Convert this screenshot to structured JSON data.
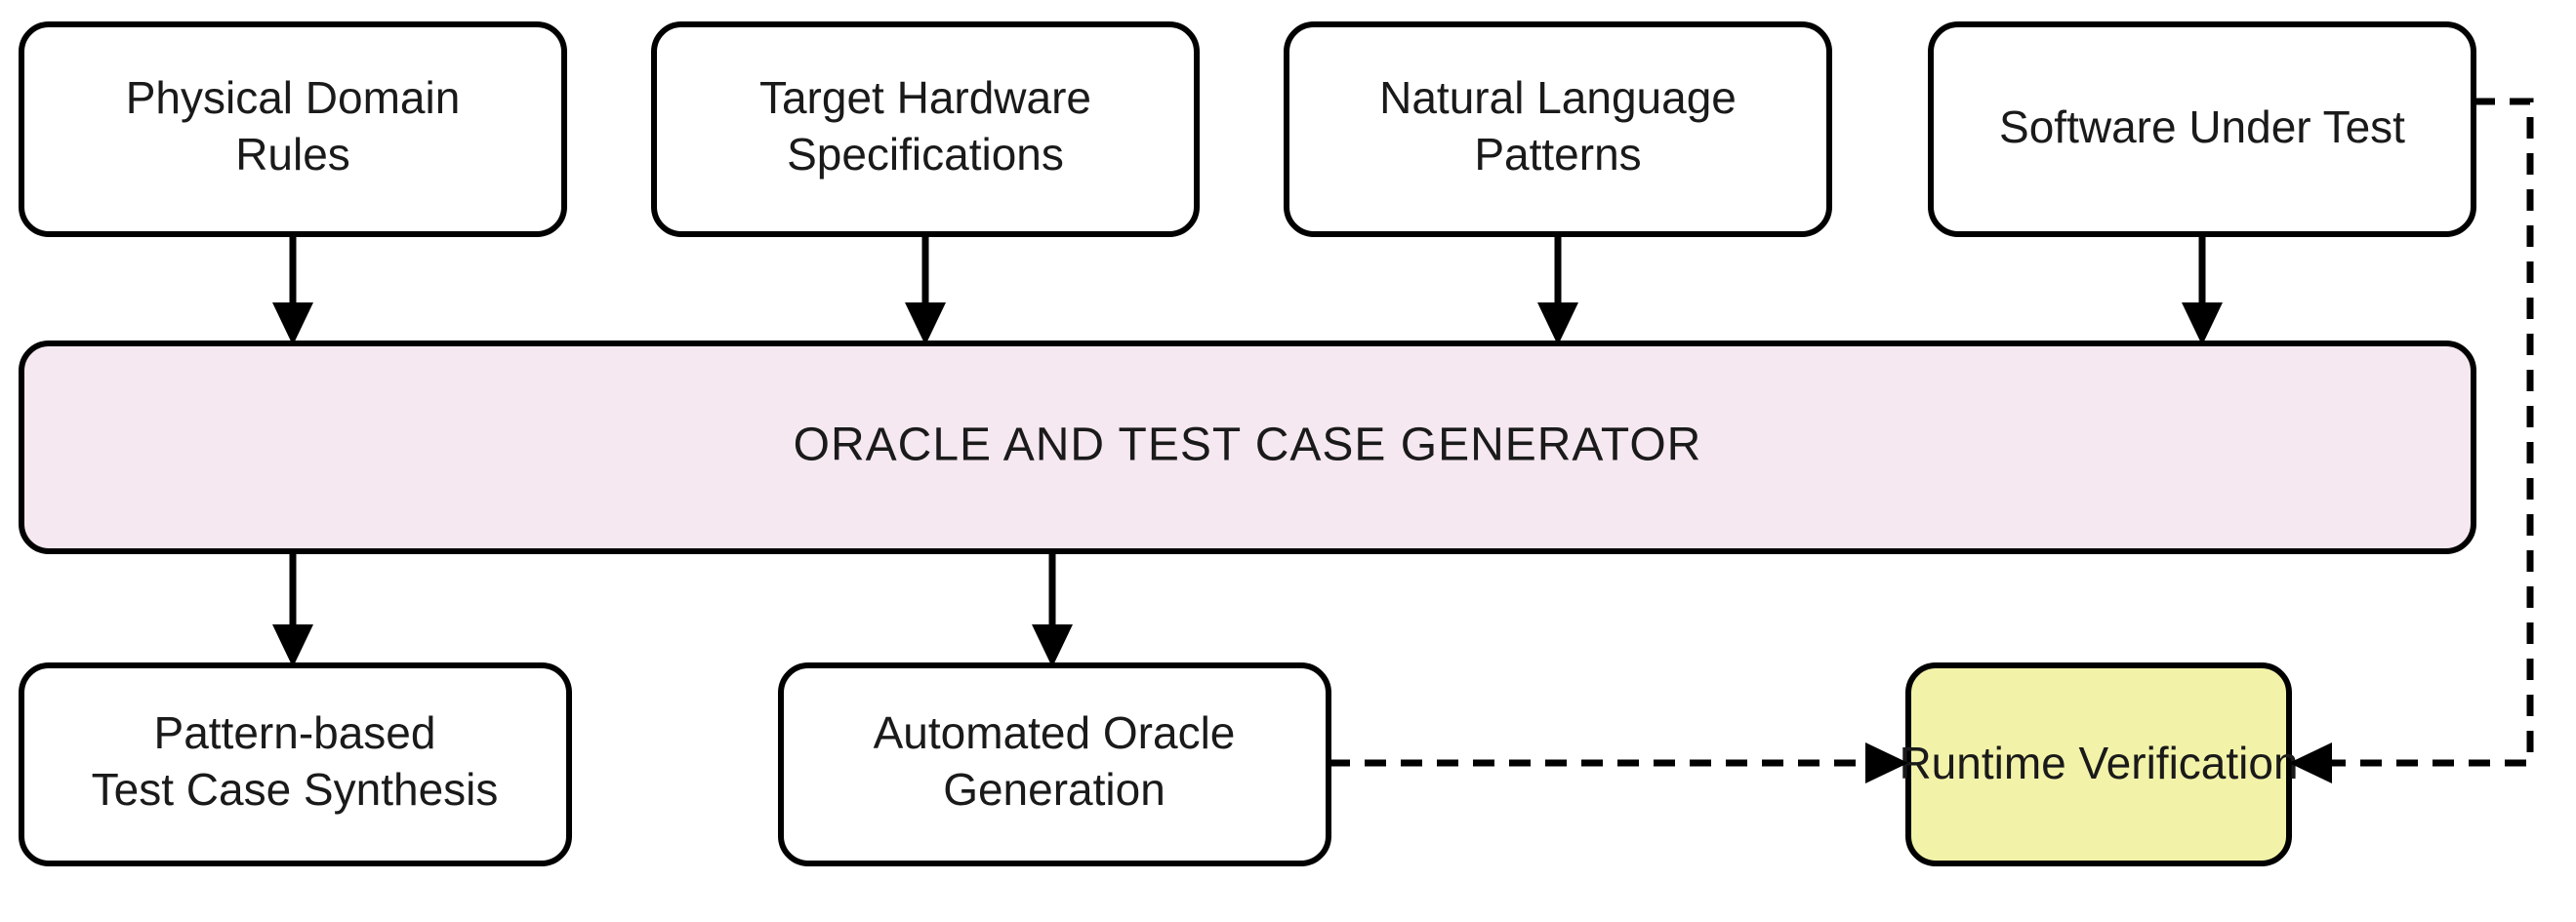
{
  "diagram": {
    "title": "Oracle and Test Case Generator Flow",
    "background_color": "#ffffff",
    "stroke_color": "#000000",
    "text_color": "#1a1a1a",
    "colors": {
      "input_node_fill": "#ffffff",
      "generator_node_fill": "#f5e8f0",
      "runtime_node_fill": "#f2f3a8"
    },
    "inputs": [
      {
        "id": "physical-domain-rules",
        "line1": "Physical Domain",
        "line2": "Rules"
      },
      {
        "id": "target-hardware-specifications",
        "line1": "Target Hardware",
        "line2": "Specifications"
      },
      {
        "id": "natural-language-patterns",
        "line1": "Natural Language",
        "line2": "Patterns"
      },
      {
        "id": "software-under-test",
        "line1": "Software Under Test",
        "line2": ""
      }
    ],
    "generator": {
      "id": "oracle-and-test-case-generator",
      "label": "ORACLE AND TEST CASE GENERATOR"
    },
    "outputs": [
      {
        "id": "pattern-based-test-case-synthesis",
        "line1": "Pattern-based",
        "line2": "Test Case Synthesis"
      },
      {
        "id": "automated-oracle-generation",
        "line1": "Automated Oracle",
        "line2": "Generation"
      },
      {
        "id": "runtime-verification",
        "line1": "Runtime Verification",
        "line2": ""
      }
    ],
    "edges": [
      {
        "id": "physical-domain-rules-to-generator",
        "style": "solid",
        "from": "physical-domain-rules",
        "to": "oracle-and-test-case-generator"
      },
      {
        "id": "target-hardware-specifications-to-generator",
        "style": "solid",
        "from": "target-hardware-specifications",
        "to": "oracle-and-test-case-generator"
      },
      {
        "id": "natural-language-patterns-to-generator",
        "style": "solid",
        "from": "natural-language-patterns",
        "to": "oracle-and-test-case-generator"
      },
      {
        "id": "software-under-test-to-generator",
        "style": "solid",
        "from": "software-under-test",
        "to": "oracle-and-test-case-generator"
      },
      {
        "id": "generator-to-pattern-based-test-case-synthesis",
        "style": "solid",
        "from": "oracle-and-test-case-generator",
        "to": "pattern-based-test-case-synthesis"
      },
      {
        "id": "generator-to-automated-oracle-generation",
        "style": "solid",
        "from": "oracle-and-test-case-generator",
        "to": "automated-oracle-generation"
      },
      {
        "id": "automated-oracle-generation-to-runtime-verification",
        "style": "dashed",
        "from": "automated-oracle-generation",
        "to": "runtime-verification"
      },
      {
        "id": "software-under-test-to-runtime-verification",
        "style": "dashed",
        "from": "software-under-test",
        "to": "runtime-verification"
      }
    ]
  }
}
